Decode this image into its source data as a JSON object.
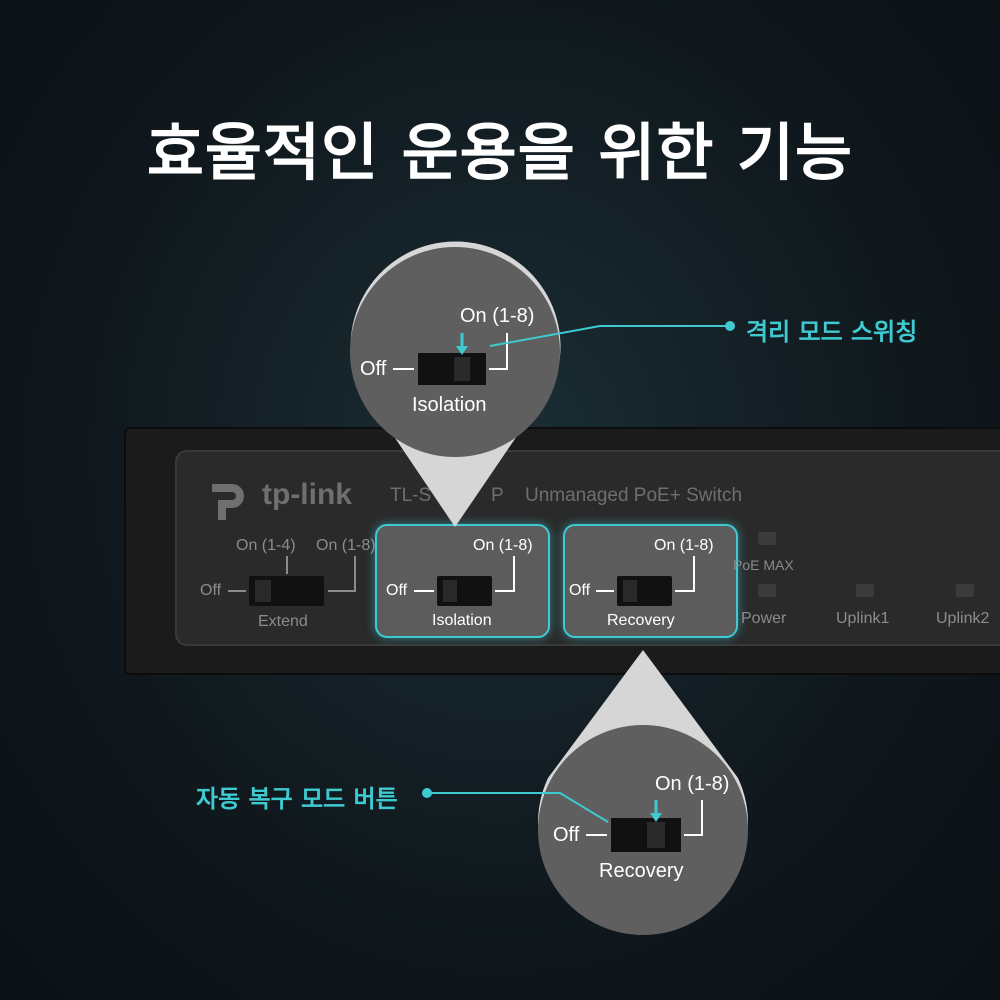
{
  "title": "효율적인 운용을 위한 기능",
  "device": {
    "brand": "tp-link",
    "model": "TL-S",
    "model_suffix": "P",
    "description": "Unmanaged PoE+ Switch",
    "extend": {
      "label": "Extend",
      "off": "Off",
      "on_a": "On (1-4)",
      "on_b": "On (1-8)"
    },
    "isolation": {
      "label": "Isolation",
      "off": "Off",
      "on": "On (1-8)"
    },
    "recovery": {
      "label": "Recovery",
      "off": "Off",
      "on": "On (1-8)"
    },
    "leds": {
      "poe_max": "PoE MAX",
      "power": "Power",
      "uplink1": "Uplink1",
      "uplink2": "Uplink2"
    }
  },
  "zoom_top": {
    "label": "Isolation",
    "off": "Off",
    "on": "On (1-8)"
  },
  "zoom_bottom": {
    "label": "Recovery",
    "off": "Off",
    "on": "On (1-8)"
  },
  "callouts": {
    "isolation": "격리 모드 스위칭",
    "recovery": "자동 복구 모드 버튼"
  },
  "colors": {
    "accent": "#3fc9d1",
    "background": "#10191e",
    "device": "#2a2a2a"
  }
}
